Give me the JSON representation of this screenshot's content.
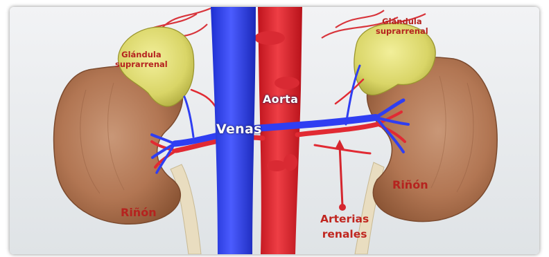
{
  "labels": {
    "adrenal_left_line1": "Glándula",
    "adrenal_left_line2": "suprarrenal",
    "adrenal_right_line1": "Glándula",
    "adrenal_right_line2": "suprarrenal",
    "aorta": "Aorta",
    "veins": "Venas",
    "kidney_left": "Riñón",
    "kidney_right": "Riñón",
    "arteries_line1": "Arterias",
    "arteries_line2": "renales"
  },
  "colors": {
    "vein": "#2d3df0",
    "artery": "#e3262f",
    "kidney": "#b57a56",
    "adrenal": "#dcd96a",
    "ureter": "#e8dcc0",
    "label_red": "#b5231f",
    "background": "#e9ecef"
  }
}
